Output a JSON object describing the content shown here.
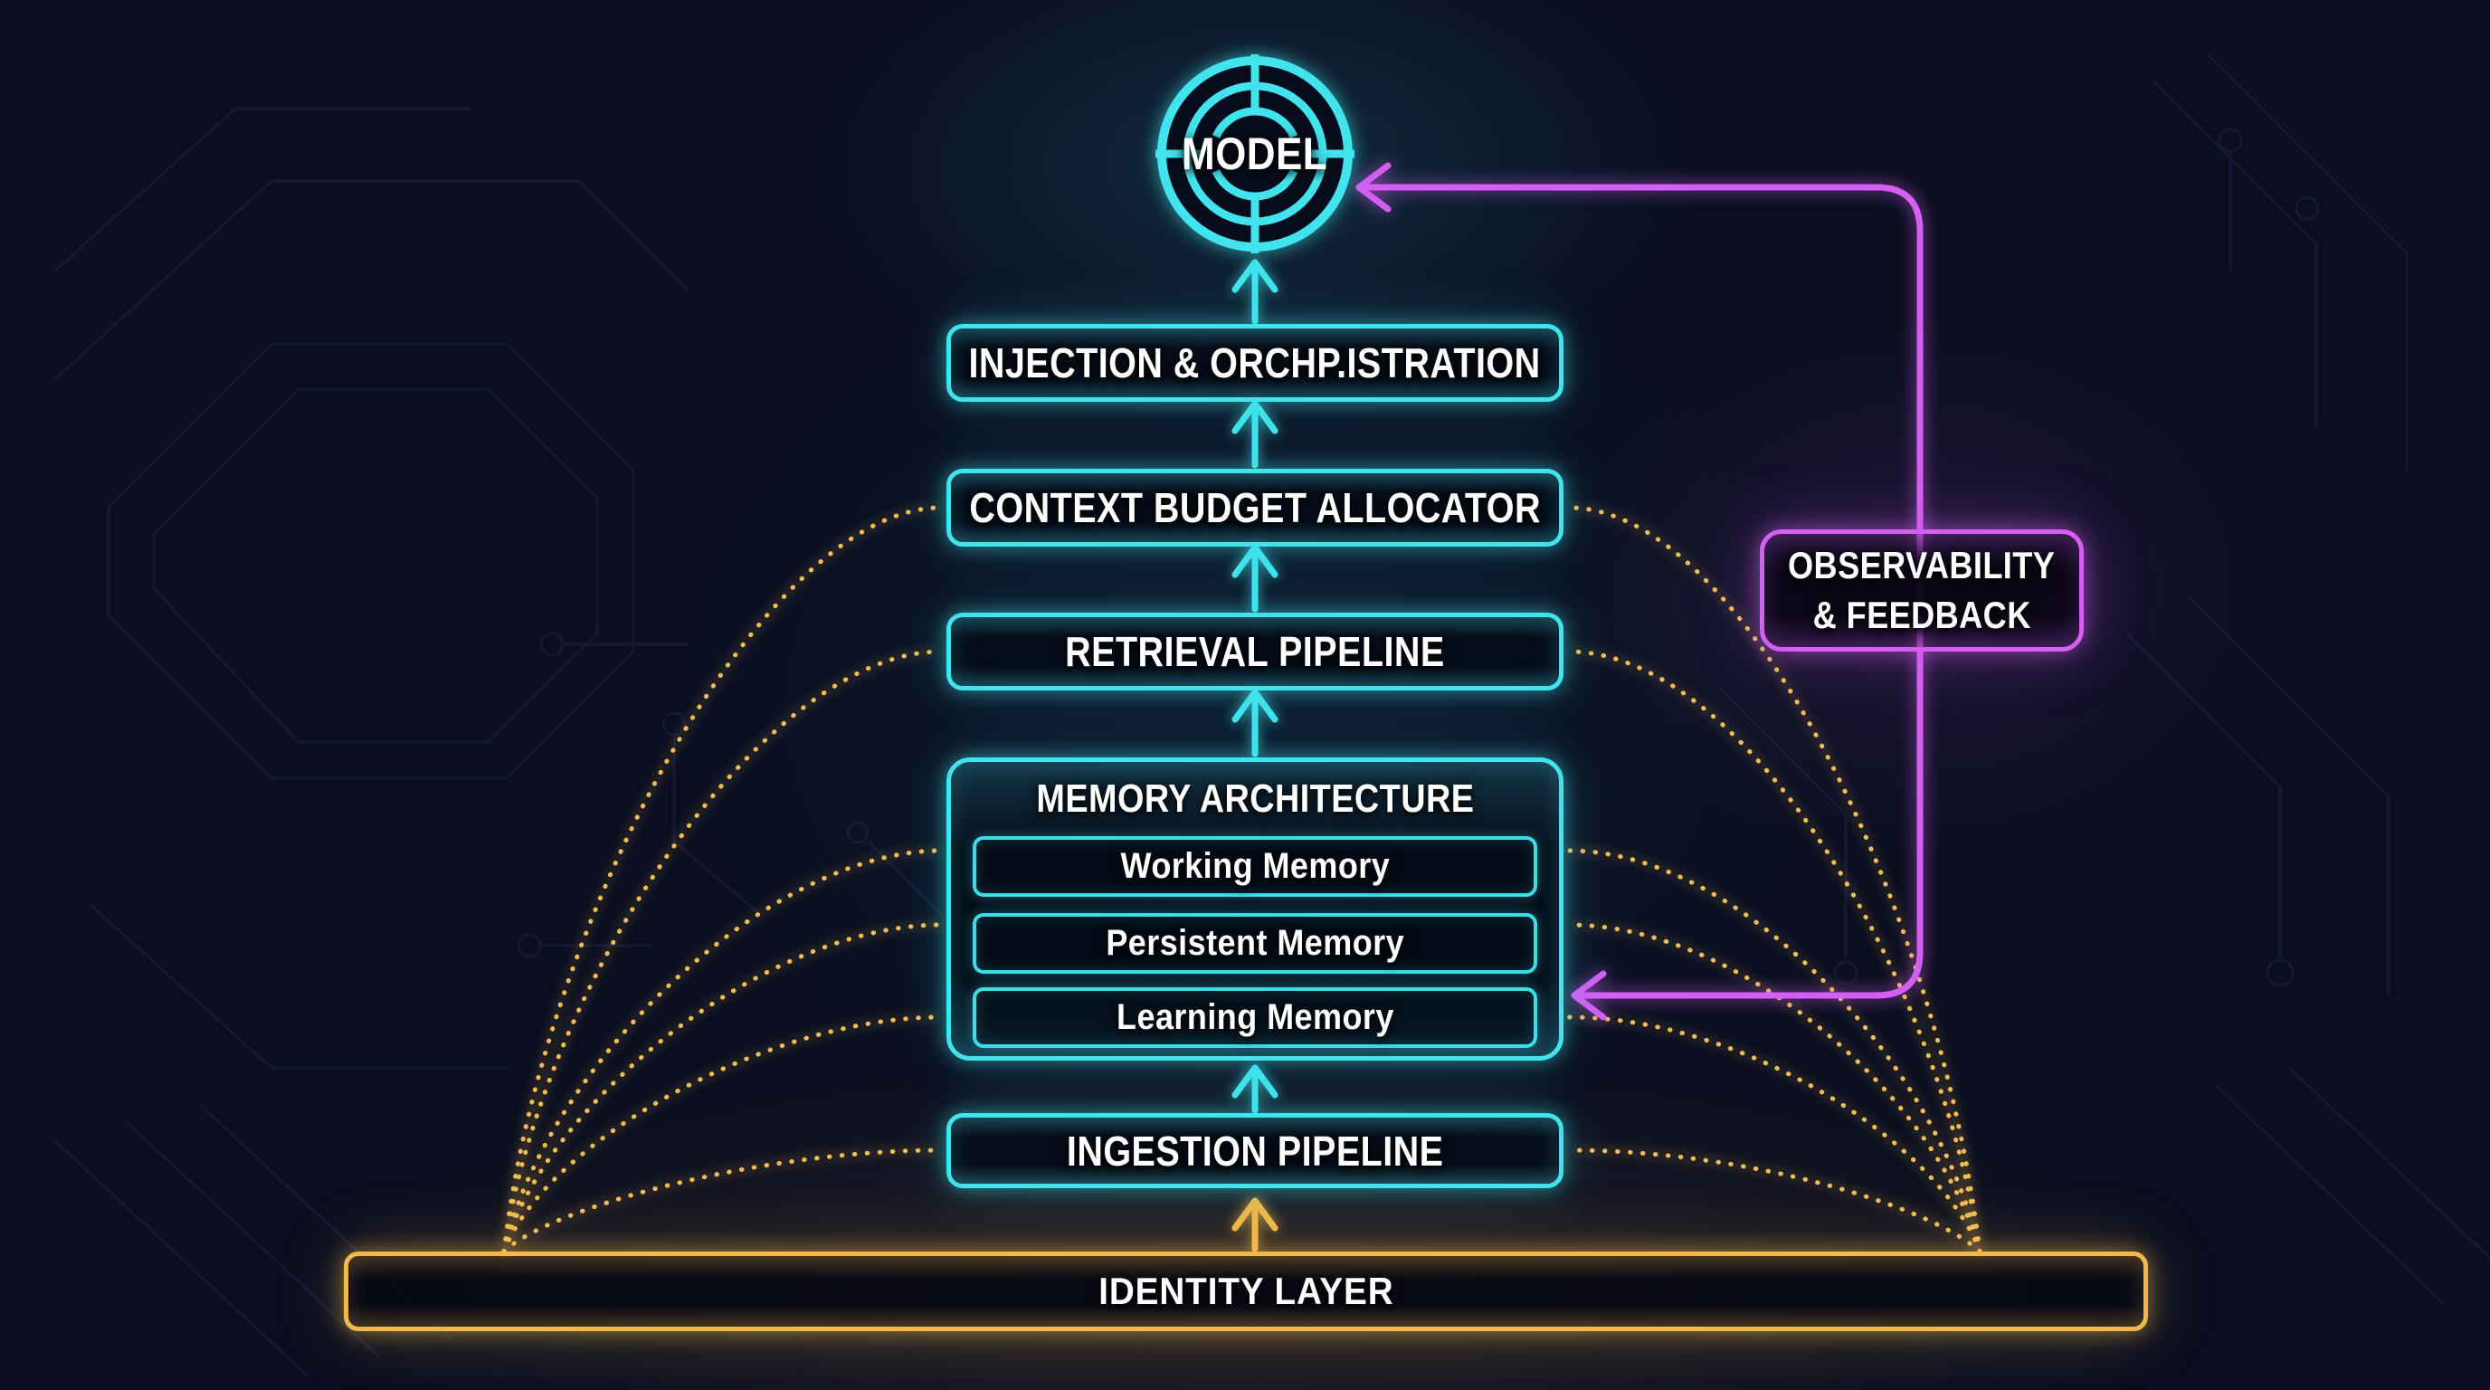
{
  "diagram": {
    "model": {
      "label": "MODEL"
    },
    "stack": [
      {
        "label": "INJECTION & ORCHP.ISTRATION"
      },
      {
        "label": "CONTEXT BUDGET ALLOCATOR"
      },
      {
        "label": "RETRIEVAL PIPELINE"
      },
      {
        "label": "MEMORY ARCHITECTURE",
        "children": [
          {
            "label": "Working Memory"
          },
          {
            "label": "Persistent Memory"
          },
          {
            "label": "Learning Memory"
          }
        ]
      },
      {
        "label": "INGESTION PIPELINE"
      },
      {
        "label": "IDENTITY LAYER"
      }
    ],
    "feedback": {
      "line1": "OBSERVABILITY",
      "line2": "& FEEDBACK"
    },
    "colors": {
      "cyan": "#41e4ec",
      "gold": "#f2b84a",
      "purple": "#d45ff2",
      "text": "#ffffff",
      "background": "#0a0e20"
    }
  }
}
